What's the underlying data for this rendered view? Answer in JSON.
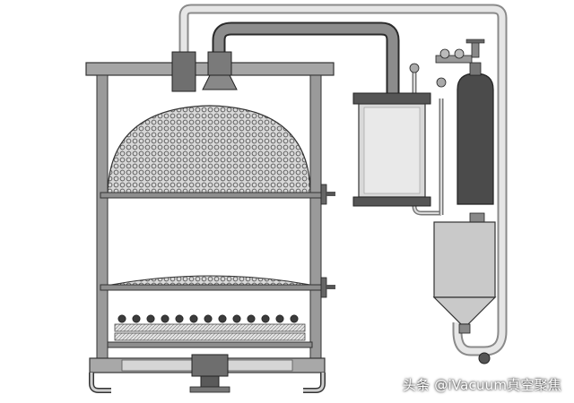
{
  "watermark": {
    "text": "头条 @iVacuum真空聚焦"
  },
  "colors": {
    "frame": "#8f8f8f",
    "frame_stroke": "#333333",
    "pipe": "#b9b9b9",
    "vessel": "#cfcfcf",
    "cylinder": "#4a4a4a",
    "mesh": "#9a9a9a"
  },
  "icons": [
    "support-frame",
    "top-plate",
    "dome-mesh-tray",
    "flat-mesh-tray",
    "heater-coil",
    "base-flange",
    "vacuum-pipe",
    "gas-pipe",
    "collector-vessel",
    "gas-cylinder",
    "pressure-regulator",
    "valve-handle",
    "settling-tank",
    "conical-hopper"
  ]
}
